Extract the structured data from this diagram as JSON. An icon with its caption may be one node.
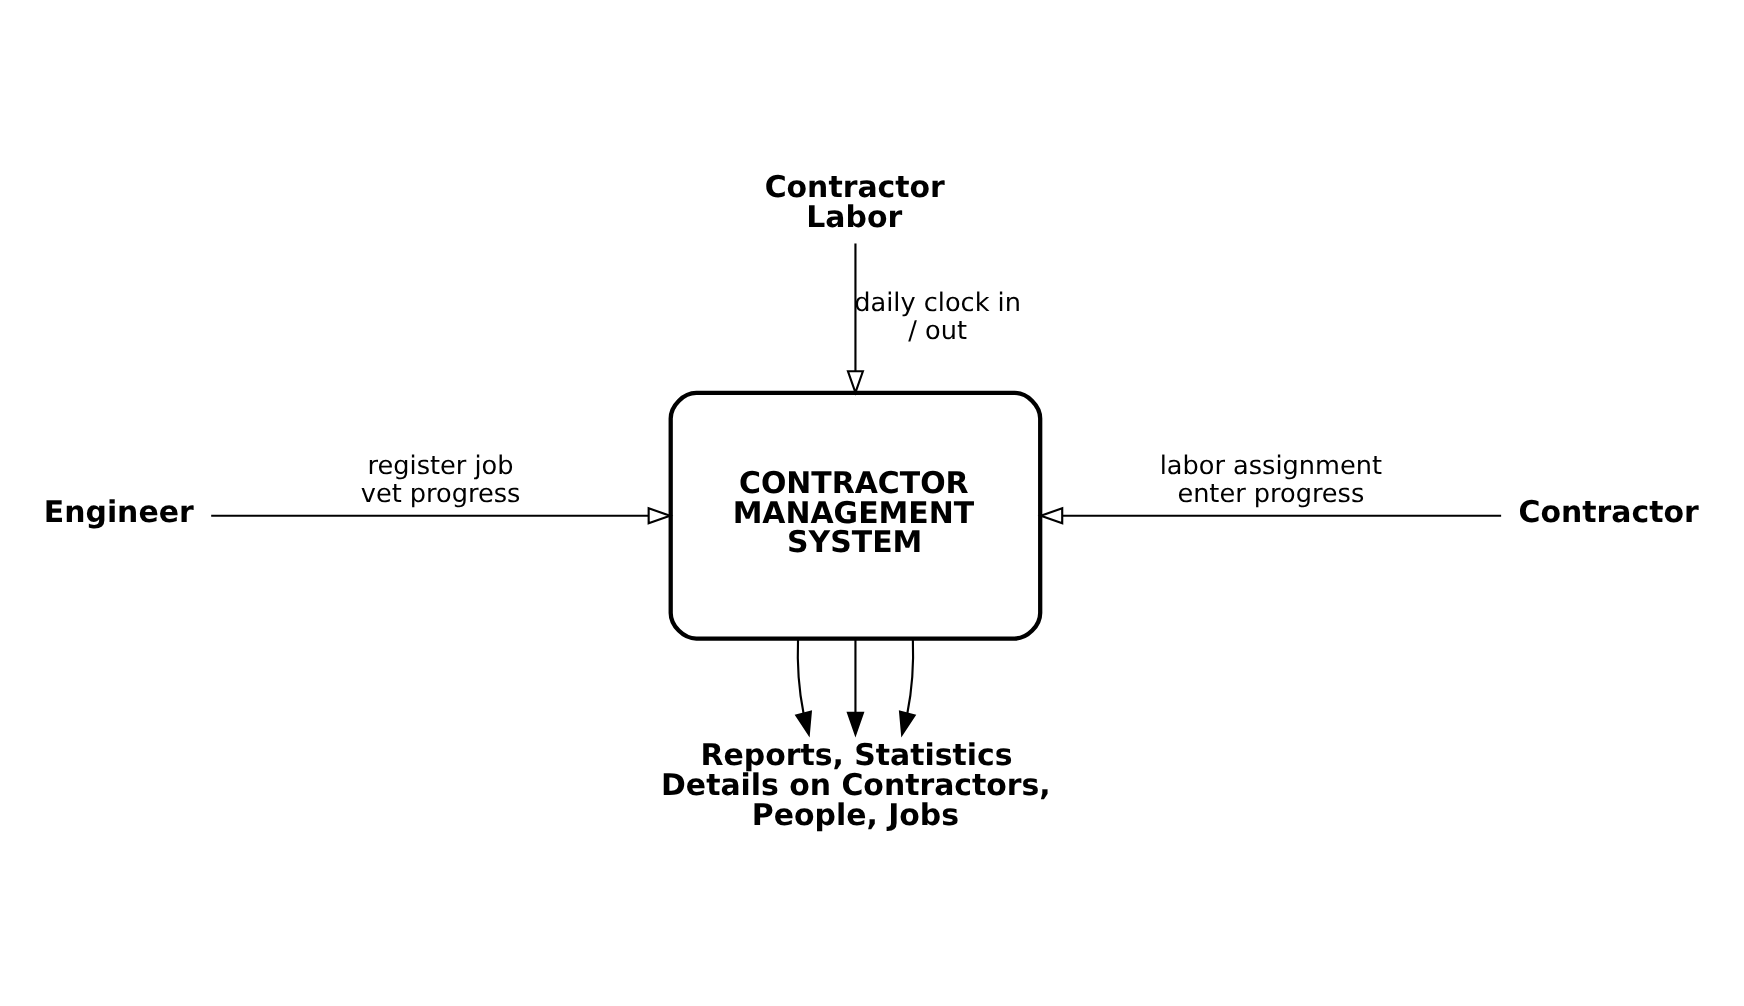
{
  "diagram": {
    "nodes": [
      {
        "text": [
          "Contractor Labor"
        ]
      },
      {
        "text": [
          "CONTRACTOR MANAGEMENT SYSTEM"
        ]
      },
      {
        "text": [
          "Engineer"
        ]
      },
      {
        "text": [
          "Contractor"
        ]
      },
      {
        "text": [
          "Reports, Statistics Details on Contractors, People, Jobs"
        ]
      }
    ],
    "edges": [
      {
        "from": 0,
        "to": 1,
        "arrow": "to",
        "label": "daily clock in / out"
      },
      {
        "from": 2,
        "to": 1,
        "arrow": "to",
        "label": "register job vet progress"
      },
      {
        "from": 3,
        "to": 1,
        "arrow": "to",
        "label": "labor assignment enter progress"
      },
      {
        "from": 1,
        "to": 4,
        "arrow": "to"
      },
      {
        "from": 1,
        "to": 4,
        "arrow": "to"
      },
      {
        "from": 1,
        "to": 4,
        "arrow": "to"
      }
    ]
  }
}
